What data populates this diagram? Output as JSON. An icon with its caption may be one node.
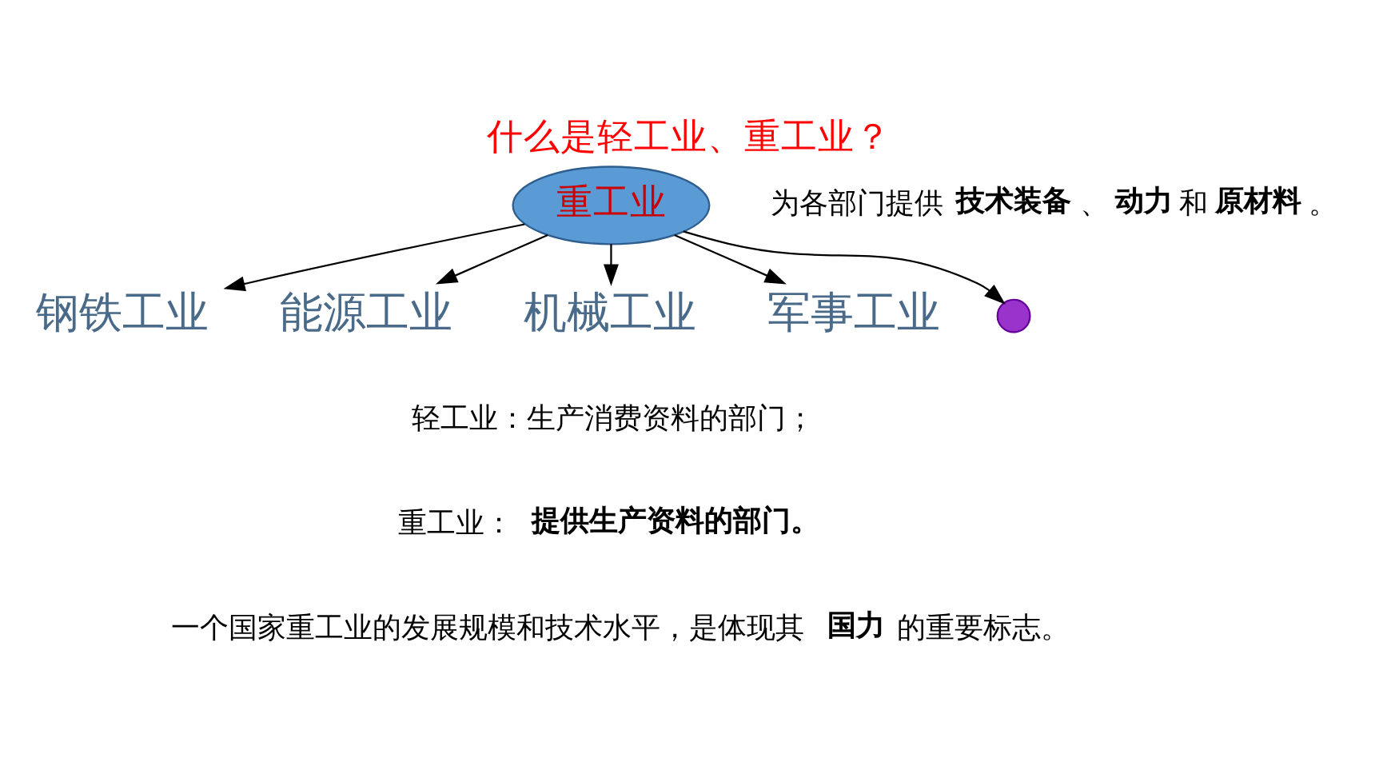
{
  "diagram": {
    "title": "什么是轻工业、重工业？",
    "nodes": [
      {
        "text": [
          "重工业"
        ]
      },
      {
        "text": [
          "钢铁工业"
        ]
      },
      {
        "text": [
          "能源工业"
        ]
      },
      {
        "text": [
          "机械工业"
        ]
      },
      {
        "text": [
          "军事工业"
        ]
      },
      {
        "text": [],
        "shape": "circle"
      }
    ],
    "edges": [
      {
        "from": 0,
        "to": 1,
        "arrow": "to"
      },
      {
        "from": 0,
        "to": 2,
        "arrow": "to"
      },
      {
        "from": 0,
        "to": 3,
        "arrow": "to"
      },
      {
        "from": 0,
        "to": 4,
        "arrow": "to"
      },
      {
        "from": 0,
        "to": 5,
        "arrow": "to"
      }
    ],
    "labels": [
      "为各部门提供**技术装备**、**动力**和**原材料**。",
      "轻工业：生产消费资料的部门；",
      "重工业：**提供生产资料的部门。**",
      "一个国家重工业的发展规模和技术水平，是体现其**国力**的重要标志。"
    ]
  }
}
